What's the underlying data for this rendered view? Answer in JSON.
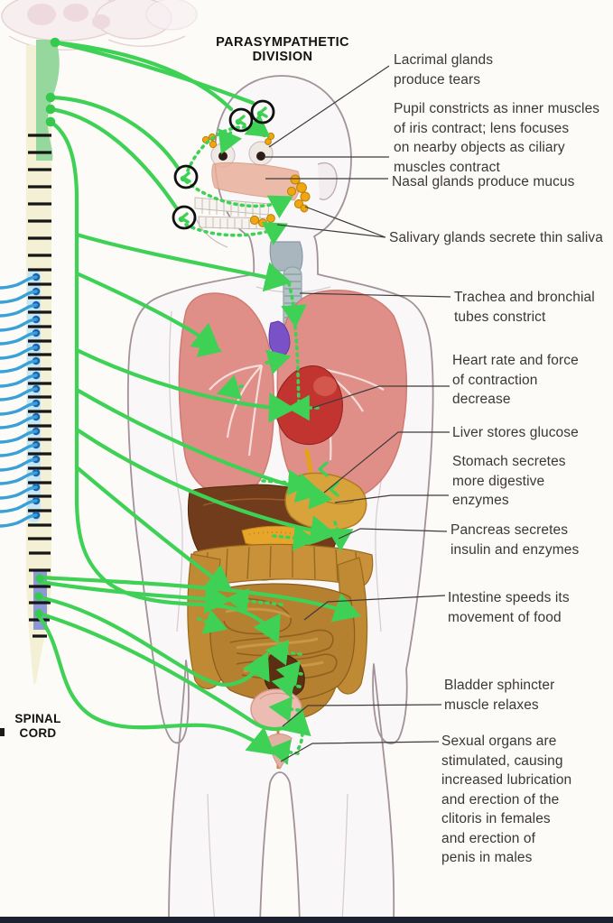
{
  "page": {
    "header": "PARASYMPATHETIC\nDIVISION",
    "spinal_cord_label": "SPINAL\nCORD",
    "background": "#fcfbf7",
    "bottom_bar_color": "#1c2130"
  },
  "colors": {
    "parasympathetic_green": "#3ed155",
    "sympathetic_blue": "#3aa0d8",
    "spinal_column_cream": "#f4f0d6",
    "sacral_band_purple": "#8c97d4",
    "brainstem_green": "#96d79e",
    "gland_orange": "#eda712",
    "label_text": "#3c3737",
    "leader_line": "#3f3b3b"
  },
  "annotations": [
    {
      "id": "lacrimal",
      "text": "Lacrimal glands\nproduce tears"
    },
    {
      "id": "pupil",
      "text": "Pupil constricts as inner muscles\nof iris contract; lens focuses\non nearby objects as ciliary\nmuscles contract"
    },
    {
      "id": "nasal",
      "text": "Nasal glands produce mucus"
    },
    {
      "id": "salivary",
      "text": "Salivary glands secrete thin saliva"
    },
    {
      "id": "trachea",
      "text": "Trachea and bronchial\ntubes constrict"
    },
    {
      "id": "heart",
      "text": "Heart rate and force\nof contraction\ndecrease"
    },
    {
      "id": "liver",
      "text": "Liver stores glucose"
    },
    {
      "id": "stomach",
      "text": "Stomach secretes\nmore digestive\nenzymes"
    },
    {
      "id": "pancreas",
      "text": "Pancreas secretes\ninsulin and enzymes"
    },
    {
      "id": "intestine",
      "text": "Intestine speeds its\nmovement of food"
    },
    {
      "id": "bladder",
      "text": "Bladder sphincter\nmuscle relaxes"
    },
    {
      "id": "sexual",
      "text": "Sexual organs are\nstimulated, causing\nincreased lubrication\nand erection of the\nclitoris in females\nand erection of\npenis in males"
    }
  ]
}
